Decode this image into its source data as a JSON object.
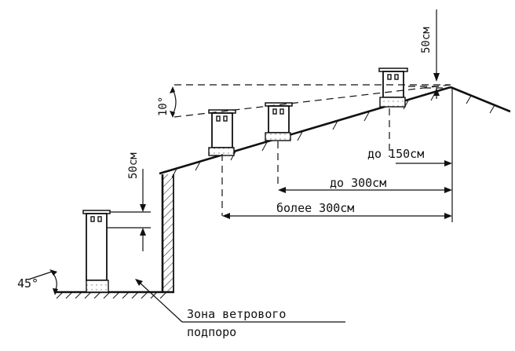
{
  "labels": {
    "height_50cm_top": "50см",
    "height_50cm_left": "50см",
    "angle_10": "10°",
    "angle_45": "45°",
    "dist_150": "до 150см",
    "dist_300": "до 300см",
    "dist_over_300": "более 300см",
    "zone_line1": "Зона ветрового",
    "zone_line2": "подпоро"
  }
}
